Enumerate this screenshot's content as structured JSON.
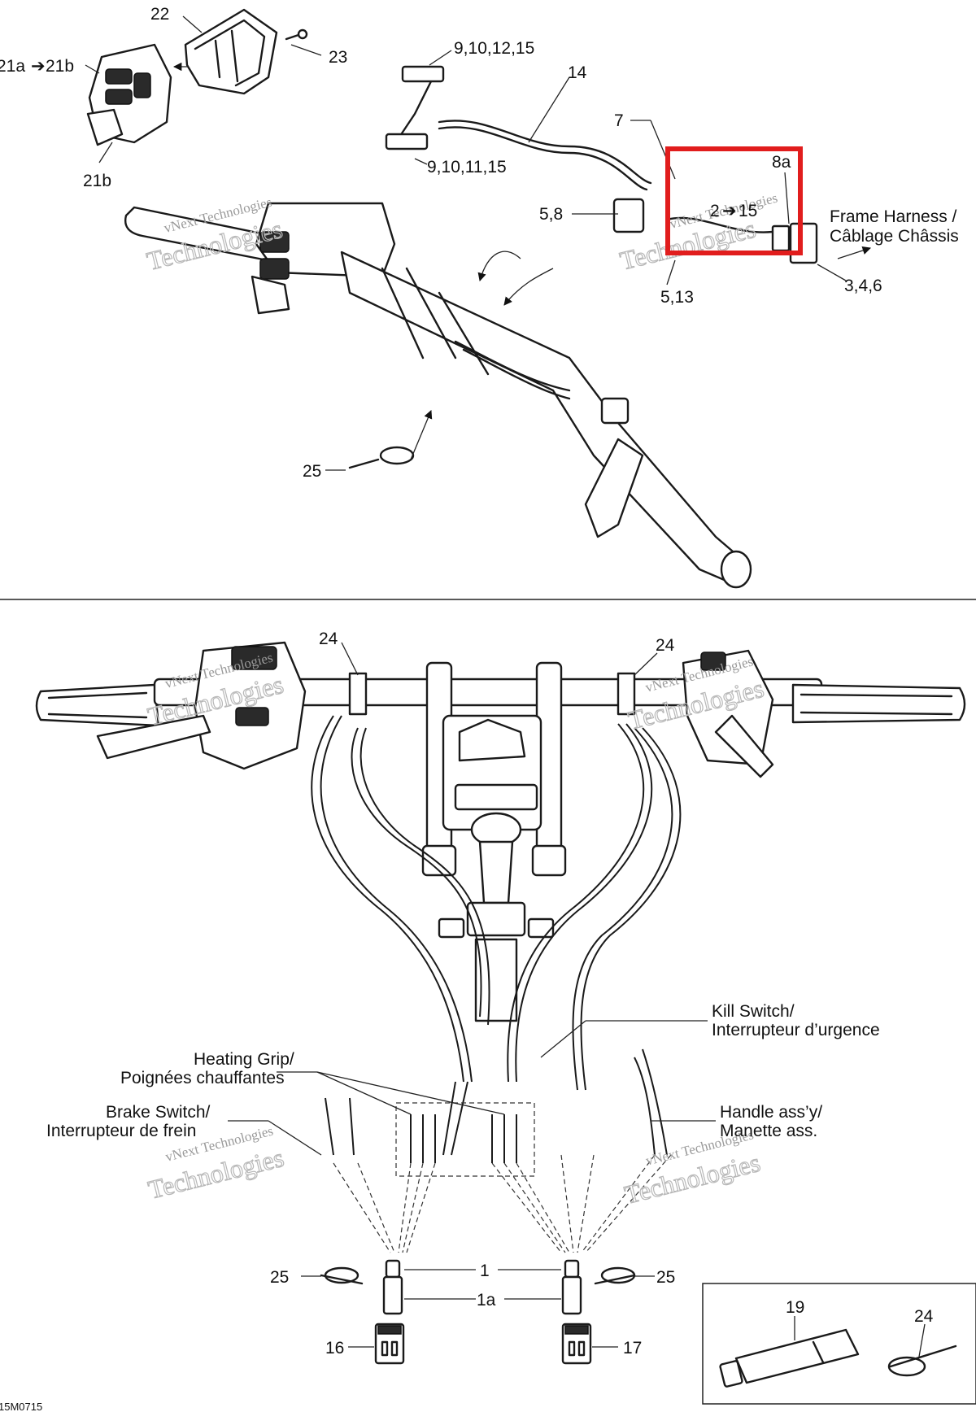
{
  "diagram_id": "15M0715",
  "highlight_color": "#e11d1d",
  "watermark": {
    "line1": "vNext Technologies",
    "line2": "Technologies"
  },
  "top_view": {
    "callouts": {
      "c22": "22",
      "c23": "23",
      "c21a": "21a",
      "c21b_top": "21b",
      "c21b": "21b",
      "c9_10_12_15": "9,10,12,15",
      "c14": "14",
      "c7": "7",
      "c9_10_11_15": "9,10,11,15",
      "c8a": "8a",
      "c5_8": "5,8",
      "c2_15_from": "2",
      "c2_15_to": "15",
      "c5_13": "5,13",
      "c3_4_6": "3,4,6",
      "c25": "25"
    },
    "frame_harness_line1": "Frame Harness /",
    "frame_harness_line2": "Câblage Châssis"
  },
  "bottom_view": {
    "callouts": {
      "c24_left": "24",
      "c24_right": "24",
      "c25_left": "25",
      "c25_right": "25",
      "c1": "1",
      "c1a": "1a",
      "c16": "16",
      "c17": "17"
    },
    "kill_switch_line1": "Kill Switch/",
    "kill_switch_line2": "Interrupteur d’urgence",
    "heating_grip_line1": "Heating Grip/",
    "heating_grip_line2": "Poignées chauffantes",
    "brake_switch_line1": "Brake Switch/",
    "brake_switch_line2": "Interrupteur de frein",
    "handle_line1": "Handle ass’y/",
    "handle_line2": "Manette ass."
  },
  "inset": {
    "c19": "19",
    "c24": "24"
  }
}
